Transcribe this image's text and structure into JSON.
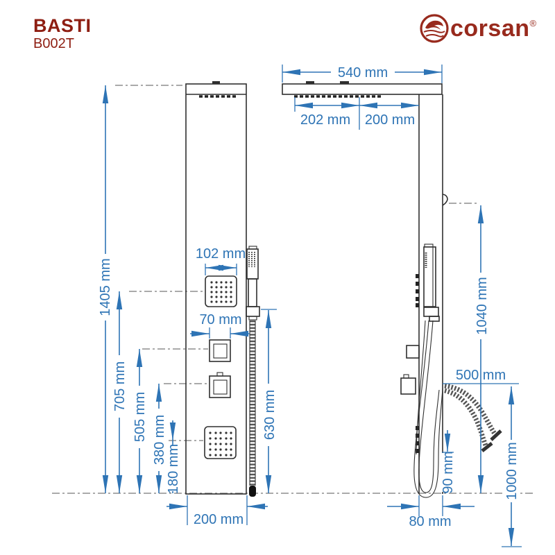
{
  "header": {
    "title": "BASTI",
    "model": "B002T",
    "brand": "corsan",
    "registered": "®"
  },
  "front_view": {
    "dims": {
      "total_height": "1405 mm",
      "upper_jet_height": "705 mm",
      "upper_knob_height": "505 mm",
      "lower_knob_height": "380 mm",
      "lower_jet_height": "180 mm",
      "jet_width": "102 mm",
      "knob_width": "70 mm",
      "handshower_height": "630 mm",
      "panel_width": "200 mm"
    }
  },
  "side_view": {
    "dims": {
      "head_length": "540 mm",
      "head_section_front": "202 mm",
      "head_section_rear": "200 mm",
      "hook_height": "1040 mm",
      "spout_reach": "500 mm",
      "spout_floor_height": "1000 mm",
      "hose_clearance": "90 mm",
      "panel_depth": "80 mm"
    }
  },
  "colors": {
    "dimension_blue": "#2e74b5",
    "brand_red": "#8e1e12",
    "line_black": "#2f2f2f"
  }
}
